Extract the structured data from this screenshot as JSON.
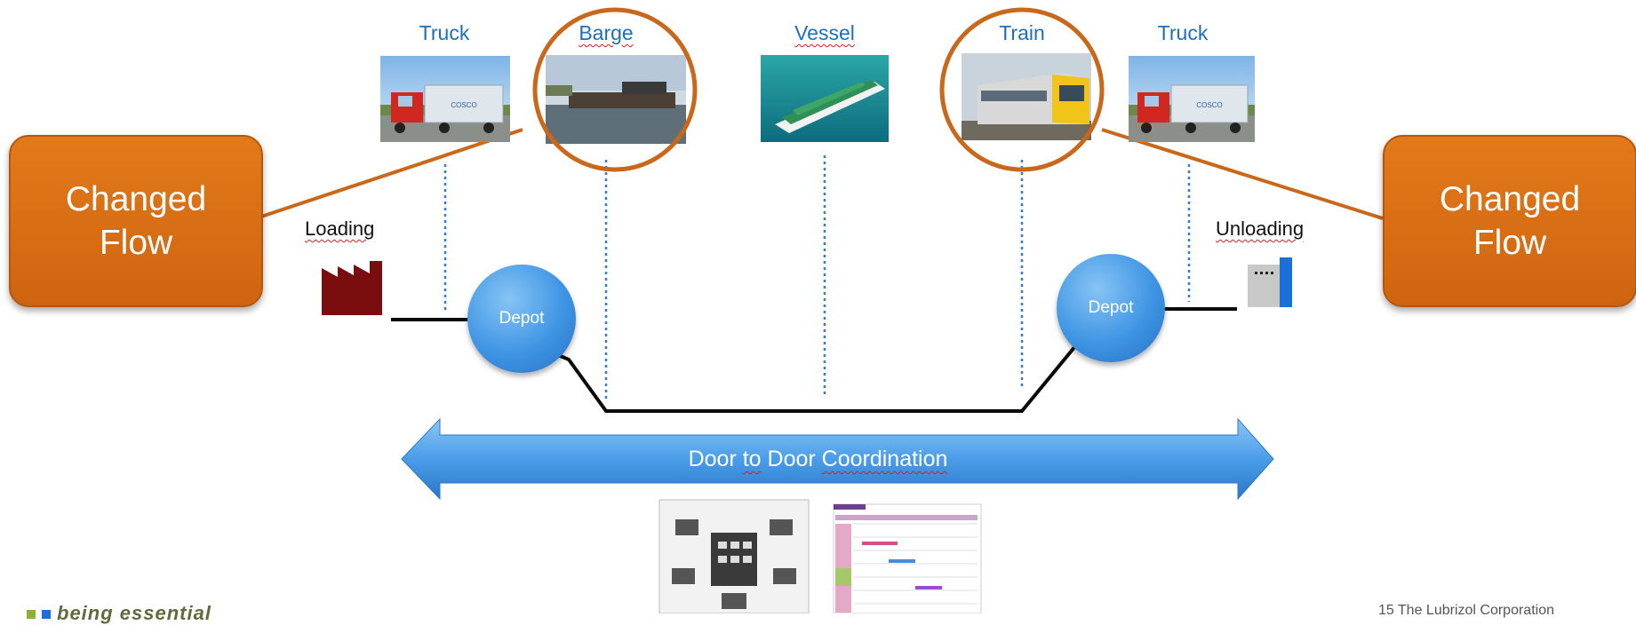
{
  "modes": [
    {
      "label": "Truck",
      "underline": false
    },
    {
      "label": "Barge",
      "underline": true
    },
    {
      "label": "Vessel",
      "underline": true
    },
    {
      "label": "Train",
      "underline": false
    },
    {
      "label": "Truck",
      "underline": false
    }
  ],
  "callouts": {
    "left": {
      "line1": "Changed",
      "line2": "Flow"
    },
    "right": {
      "line1": "Changed",
      "line2": "Flow"
    }
  },
  "stages": {
    "loading": "Loading",
    "unloading": "Unloading"
  },
  "depots": {
    "left": "Depot",
    "right": "Depot"
  },
  "arrow": {
    "word1": "Door",
    "word2": "to",
    "word3": "Door",
    "word4": "Coordination"
  },
  "footer": {
    "logo": "being essential",
    "copyright": "15 The Lubrizol Corporation"
  },
  "colors": {
    "callout": "#d86d14",
    "highlight_circle": "#c9671a",
    "dotted_line": "#2f7fd0",
    "arrow": "#4a9de8",
    "depot": "#3f95e4",
    "mode_label": "#1f6fb8"
  },
  "icons": [
    "factory-icon",
    "warehouse-icon",
    "server-network-icon",
    "schedule-chart-icon"
  ]
}
